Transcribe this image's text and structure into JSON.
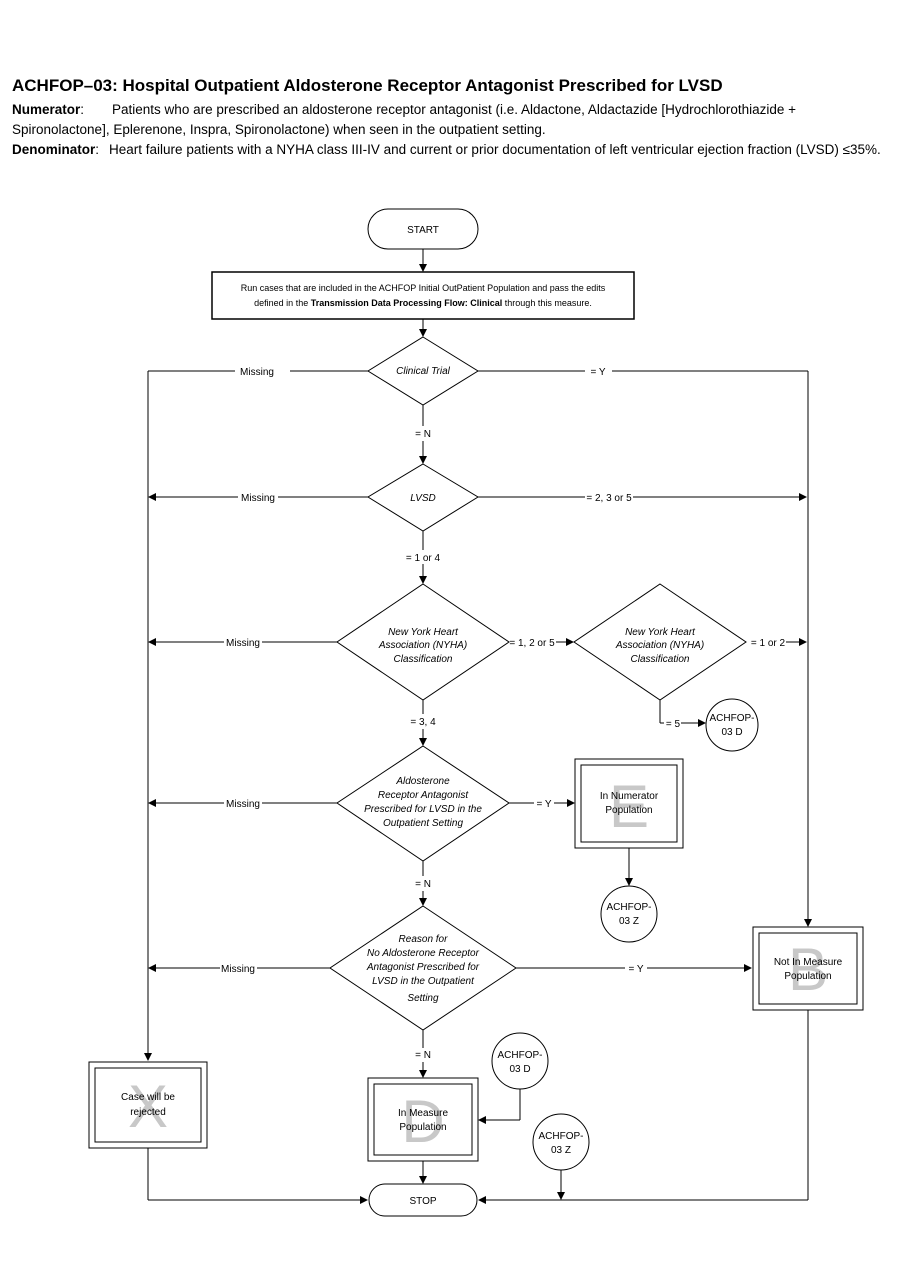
{
  "title": "ACHFOP–03: Hospital Outpatient Aldosterone Receptor Antagonist Prescribed for LVSD",
  "numerator_label": "Numerator",
  "numerator_text": "Patients who are prescribed an aldosterone receptor antagonist (i.e. Aldactone, Aldactazide [Hydrochlorothiazide + Spironolactone], Eplerenone, Inspra, Spironolactone) when seen in the outpatient setting.",
  "denominator_label": "Denominator",
  "denominator_text": "Heart failure patients with a NYHA class III-IV and current or prior documentation of left ventricular ejection fraction (LVSD) ≤35%.",
  "flow": {
    "start": "START",
    "stop": "STOP",
    "run_line1": "Run cases that are included in the ACHFOP Initial OutPatient Population and pass the edits",
    "run_line2_pre": "defined in the",
    "run_line2_bold": "Transmission Data Processing Flow: Clinical",
    "run_line2_post": "through this measure.",
    "clinical_trial": "Clinical Trial",
    "lvsd": "LVSD",
    "nyha1": [
      "New York Heart",
      "Association (NYHA)",
      "Classification"
    ],
    "nyha2": [
      "New York Heart",
      "Association (NYHA)",
      "Classification"
    ],
    "aldosterone": [
      "Aldosterone",
      "Receptor Antagonist",
      "Prescribed for LVSD in the",
      "Outpatient Setting"
    ],
    "reason": [
      "Reason for",
      "No Aldosterone Receptor",
      "Antagonist Prescribed for",
      "LVSD in the Outpatient",
      "Setting"
    ],
    "missing": "Missing",
    "eq_y": "= Y",
    "eq_n": "= N",
    "eq_235": "= 2, 3 or 5",
    "eq_14": "= 1 or 4",
    "eq_125": "= 1, 2 or 5",
    "eq_12": "= 1 or 2",
    "eq_34": "= 3, 4",
    "eq_5": "= 5",
    "in_numerator": [
      "In Numerator",
      "Population"
    ],
    "in_measure": [
      "In Measure",
      "Population"
    ],
    "not_in_measure": [
      "Not In Measure",
      "Population"
    ],
    "rejected": [
      "Case will be",
      "rejected"
    ],
    "letter_e": "E",
    "letter_d": "D",
    "letter_b": "B",
    "letter_x": "X",
    "conn_d": [
      "ACHFOP-",
      "03  D"
    ],
    "conn_z": [
      "ACHFOP-",
      "03  Z"
    ]
  }
}
